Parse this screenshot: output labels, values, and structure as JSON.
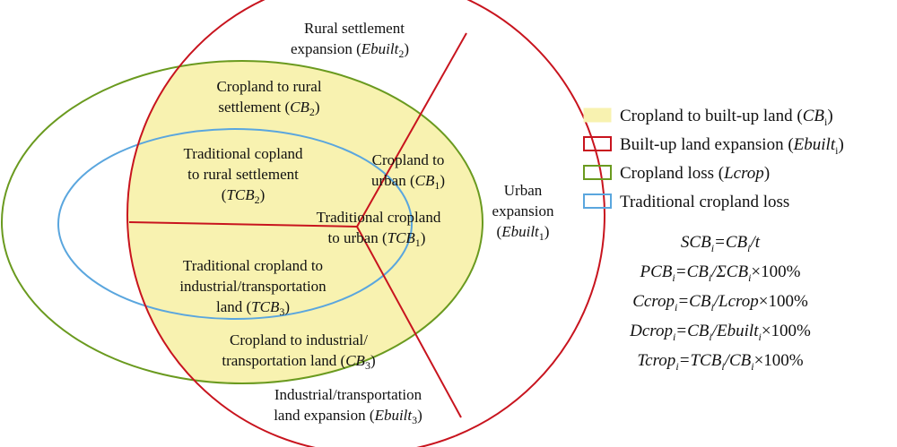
{
  "diagram": {
    "regions": {
      "rural_expansion": {
        "line1": "Rural settlement",
        "line2_pre": "expansion (",
        "line2_var": "Ebuilt",
        "line2_sub": "2",
        "line2_post": ")"
      },
      "urban_expansion": {
        "line1": "Urban",
        "line2": "expansion",
        "line3_pre": "(",
        "line3_var": "Ebuilt",
        "line3_sub": "1",
        "line3_post": ")"
      },
      "industrial_expansion": {
        "line1": "Industrial/transportation",
        "line2_pre": "land expansion (",
        "line2_var": "Ebuilt",
        "line2_sub": "3",
        "line2_post": ")"
      },
      "cb2": {
        "line1": "Cropland to rural",
        "line2_pre": "settlement (",
        "line2_var": "CB",
        "line2_sub": "2",
        "line2_post": ")"
      },
      "cb1": {
        "line1": "Cropland to",
        "line2_pre": "urban (",
        "line2_var": "CB",
        "line2_sub": "1",
        "line2_post": ")"
      },
      "cb3": {
        "line1": "Cropland to industrial/",
        "line2_pre": "transportation land (",
        "line2_var": "CB",
        "line2_sub": "3",
        "line2_post": ")"
      },
      "tcb2": {
        "line1": "Traditional copland",
        "line2": "to rural settlement",
        "line3_pre": "(",
        "line3_var": "TCB",
        "line3_sub": "2",
        "line3_post": ")"
      },
      "tcb1": {
        "line1": "Traditional cropland",
        "line2_pre": "to urban (",
        "line2_var": "TCB",
        "line2_sub": "1",
        "line2_post": ")"
      },
      "tcb3": {
        "line1": "Traditional cropland to",
        "line2": "industrial/transportation",
        "line3_pre": "land (",
        "line3_var": "TCB",
        "line3_sub": "3",
        "line3_post": ")"
      }
    },
    "colors": {
      "yellow_fill": "#f8f2b0",
      "red": "#c8141e",
      "green": "#6a9a1f",
      "blue": "#5aa6de"
    }
  },
  "legend": [
    {
      "kind": "fill",
      "pre": "Cropland to built-up land (",
      "var": "CB",
      "sub": "i",
      "post": ")"
    },
    {
      "kind": "red",
      "pre": "Built-up land expansion (",
      "var": "Ebuilt",
      "sub": "i",
      "post": ")"
    },
    {
      "kind": "green",
      "pre": "Cropland loss (",
      "var": "Lcrop",
      "sub": "",
      "post": ")"
    },
    {
      "kind": "blue",
      "pre": "Traditional cropland loss",
      "var": "",
      "sub": "",
      "post": ""
    }
  ],
  "equations": [
    {
      "a": "SCB",
      "as": "i",
      "b": "=CB",
      "bs": "i",
      "c": "/t",
      "cs": "",
      "d": ""
    },
    {
      "a": "PCB",
      "as": "i",
      "b": "=CB",
      "bs": "i",
      "c": "/ΣCB",
      "cs": "i",
      "d": "×100%"
    },
    {
      "a": "Ccrop",
      "as": "i",
      "b": "=CB",
      "bs": "i",
      "c": "/Lcrop",
      "cs": "",
      "d": "×100%"
    },
    {
      "a": "Dcrop",
      "as": "i",
      "b": "=CB",
      "bs": "i",
      "c": "/Ebuilt",
      "cs": "i",
      "d": "×100%"
    },
    {
      "a": "Tcrop",
      "as": "i",
      "b": "=TCB",
      "bs": "i",
      "c": "/CB",
      "cs": "i",
      "d": "×100%"
    }
  ]
}
